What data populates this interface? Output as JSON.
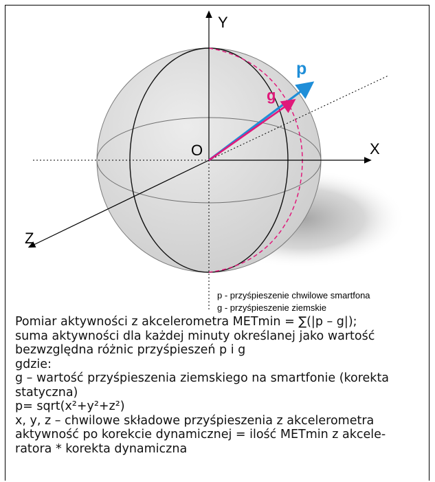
{
  "axes": {
    "y": "Y",
    "x": "X",
    "z": "Z",
    "origin": "O"
  },
  "vectors": {
    "p": "p",
    "g": "g"
  },
  "colors": {
    "p": "#1f8ed8",
    "g": "#e0197a",
    "meridian": "#e0197a",
    "sphere": "#d9d9d9"
  },
  "legend": [
    "p  - przyśpieszenie chwilowe smartfona",
    "g  - przyśpieszenie ziemskie"
  ],
  "description": [
    "Pomiar aktywności z akcelerometra METmin = ∑(|p – g|);",
    "suma aktywności dla każdej minuty określanej jako wartość",
    "bezwzględna różnic przyśpieszeń p i g",
    "gdzie:",
    "g – wartość przyśpieszenia ziemskiego na smartfonie (korekta",
    "statyczna)",
    "p= sqrt(x²+y²+z²)",
    "x, y, z – chwilowe składowe przyśpieszenia z akcelerometra",
    "aktywność po korekcie dynamicznej = ilość METmin z akcele-",
    "ratora * korekta dynamiczna"
  ]
}
